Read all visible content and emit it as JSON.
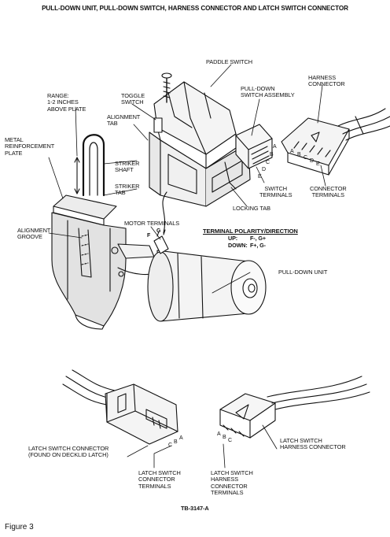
{
  "title": "PULL-DOWN UNIT, PULL-DOWN SWITCH, HARNESS CONNECTOR AND LATCH SWITCH CONNECTOR",
  "labels": {
    "paddle_switch": "PADDLE SWITCH",
    "harness_connector": "HARNESS\nCONNECTOR",
    "pull_down_switch_assembly": "PULL-DOWN\nSWITCH ASSEMBLY",
    "toggle_switch": "TOGGLE\nSWITCH",
    "range": "RANGE:\n1-2 INCHES\nABOVE PLATE",
    "alignment_tab": "ALIGNMENT\nTAB",
    "metal_reinforcement_plate": "METAL\nREINFORCEMENT\nPLATE",
    "striker_shaft": "STRIKER\nSHAFT",
    "striker_tab": "STRIKER\nTAB",
    "switch_terminals": "SWITCH\nTERMINALS",
    "connector_terminals": "CONNECTOR\nTERMINALS",
    "locking_tab": "LOCKING TAB",
    "alignment_groove": "ALIGNMENT\nGROOVE",
    "motor_terminals": "MOTOR TERMINALS",
    "pull_down_unit": "PULL-DOWN UNIT",
    "latch_switch_connector": "LATCH SWITCH CONNECTOR\n(FOUND ON DECKLID LATCH)",
    "latch_switch_harness_connector": "LATCH SWITCH\nHARNESS CONNECTOR",
    "latch_switch_connector_terminals": "LATCH SWITCH\nCONNECTOR\nTERMINALS",
    "latch_switch_harness_connector_terminals": "LATCH SWITCH\nHARNESS\nCONNECTOR\nTERMINALS"
  },
  "terminal_letters": {
    "switch": [
      "A",
      "B",
      "C",
      "D",
      "E"
    ],
    "harness": [
      "A",
      "B",
      "C",
      "D",
      "E"
    ],
    "motor": [
      "F",
      "G"
    ],
    "latch_connector": [
      "C",
      "B",
      "A"
    ],
    "latch_harness": [
      "A",
      "B",
      "C"
    ]
  },
  "polarity": {
    "heading": "TERMINAL POLARITY/DIRECTION",
    "rows": [
      {
        "dir": "UP:",
        "value": "F-,  G+"
      },
      {
        "dir": "DOWN:",
        "value": "F+,  G-"
      }
    ]
  },
  "figure_id": "TB-3147-A",
  "caption": "Figure 3"
}
